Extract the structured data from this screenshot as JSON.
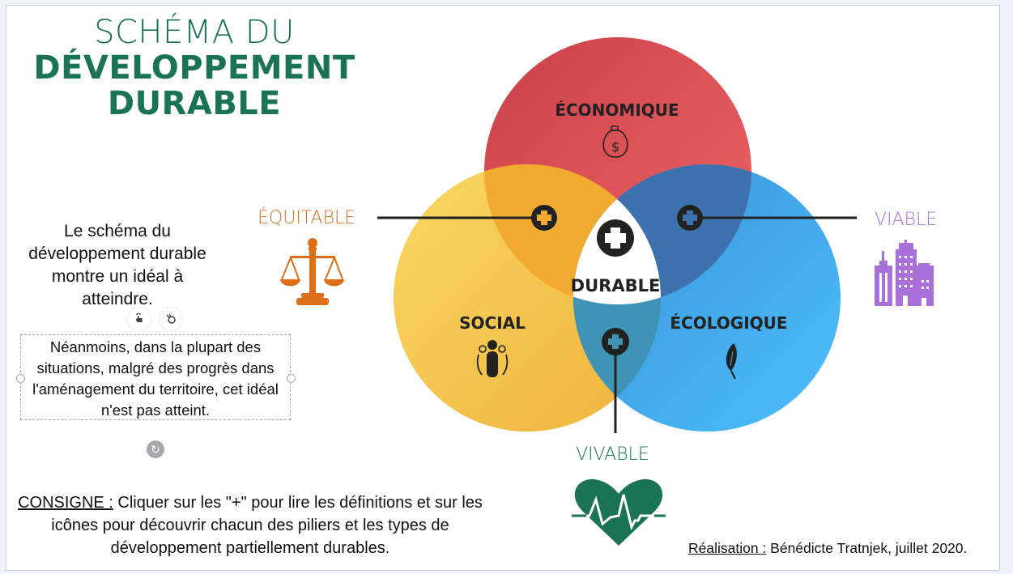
{
  "title": {
    "line1": "SCHÉMA DU",
    "line2": "DÉVELOPPEMENT",
    "line3": "DURABLE"
  },
  "intro_text": "Le schéma du développement durable montre un idéal à atteindre.",
  "selected_text": "Néanmoins, dans la plupart des situations, malgré des progrès dans l'aménagement du territoire, cet idéal n'est pas atteint.",
  "toolbar_icons": [
    "hand-pointer-icon",
    "no-touch-icon",
    "rotate-icon"
  ],
  "consigne": {
    "label": "CONSIGNE :",
    "text": " Cliquer sur les \"+\" pour lire les définitions et sur les icônes pour découvrir chacun des piliers et les types de développement partiellement durables."
  },
  "credit": {
    "label": "Réalisation :",
    "text": " Bénédicte Tratnjek, juillet 2020."
  },
  "pillars": {
    "economique": {
      "label": "ÉCONOMIQUE",
      "icon": "money-bag-icon",
      "color": "#de4f4f"
    },
    "social": {
      "label": "SOCIAL",
      "icon": "people-group-icon",
      "color": "#f4c44b"
    },
    "ecologique": {
      "label": "ÉCOLOGIQUE",
      "icon": "leaf-icon",
      "color": "#40a8ee"
    }
  },
  "center_label": "DURABLE",
  "intersections": {
    "equitable": {
      "label": "ÉQUITABLE",
      "icon": "scales-icon",
      "color": "#dd6e1a"
    },
    "viable": {
      "label": "VIABLE",
      "icon": "city-buildings-icon",
      "color": "#a870d8"
    },
    "vivable": {
      "label": "VIVABLE",
      "icon": "heartbeat-icon",
      "color": "#1b7355"
    }
  },
  "plus_buttons": [
    "equitable",
    "viable",
    "vivable",
    "durable"
  ]
}
